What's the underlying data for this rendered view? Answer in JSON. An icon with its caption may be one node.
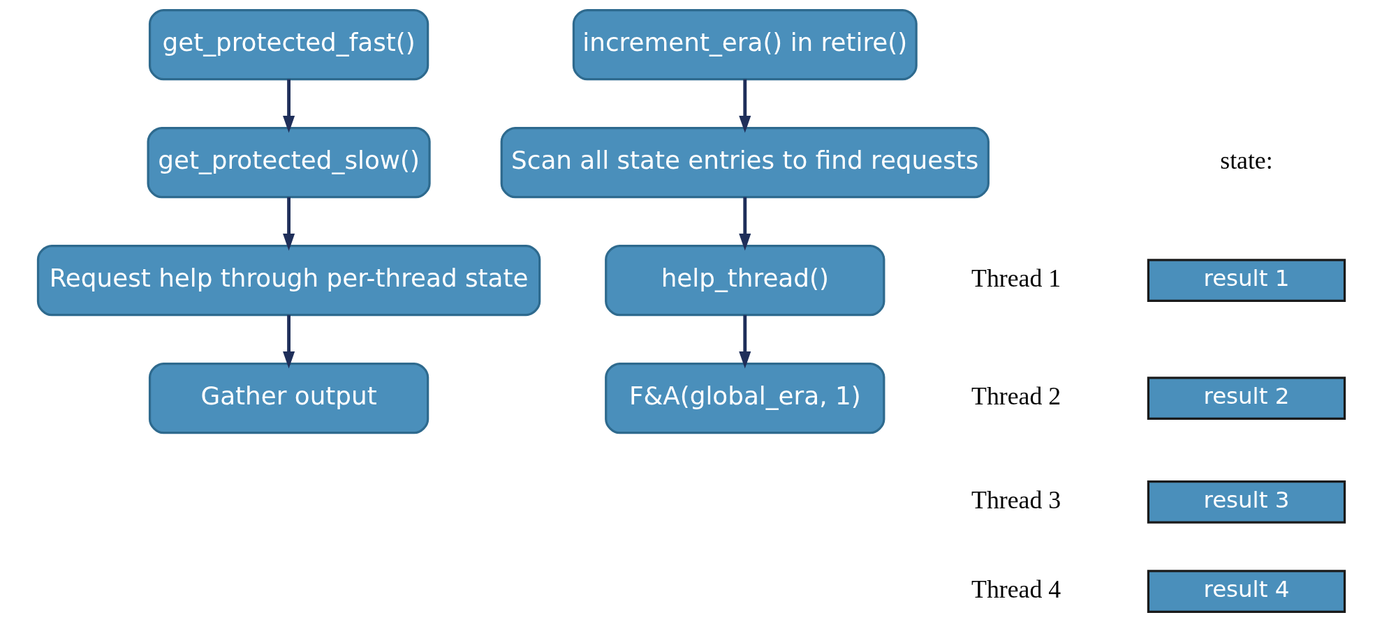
{
  "diagram": {
    "nodes": [
      {
        "text": [
          "get_protected_fast()"
        ]
      },
      {
        "text": [
          "get_protected_slow()"
        ]
      },
      {
        "text": [
          "Request help through per-thread state"
        ]
      },
      {
        "text": [
          "Gather output"
        ]
      },
      {
        "text": [
          "increment_era() in retire()"
        ]
      },
      {
        "text": [
          "Scan all state entries to find requests"
        ]
      },
      {
        "text": [
          "help_thread()"
        ]
      },
      {
        "text": [
          "F&A(global_era, 1)"
        ]
      },
      {
        "text": [
          "result 1"
        ]
      },
      {
        "text": [
          "result 2"
        ]
      },
      {
        "text": [
          "result 3"
        ]
      },
      {
        "text": [
          "result 4"
        ]
      }
    ],
    "edges": [
      {
        "from": 0,
        "to": 1,
        "arrow": "to"
      },
      {
        "from": 1,
        "to": 2,
        "arrow": "to"
      },
      {
        "from": 2,
        "to": 3,
        "arrow": "to"
      },
      {
        "from": 4,
        "to": 5,
        "arrow": "to"
      },
      {
        "from": 5,
        "to": 6,
        "arrow": "to"
      },
      {
        "from": 6,
        "to": 7,
        "arrow": "to"
      }
    ],
    "labels": [
      "state:",
      "Thread 1",
      "Thread 2",
      "Thread 3",
      "Thread 4"
    ]
  }
}
